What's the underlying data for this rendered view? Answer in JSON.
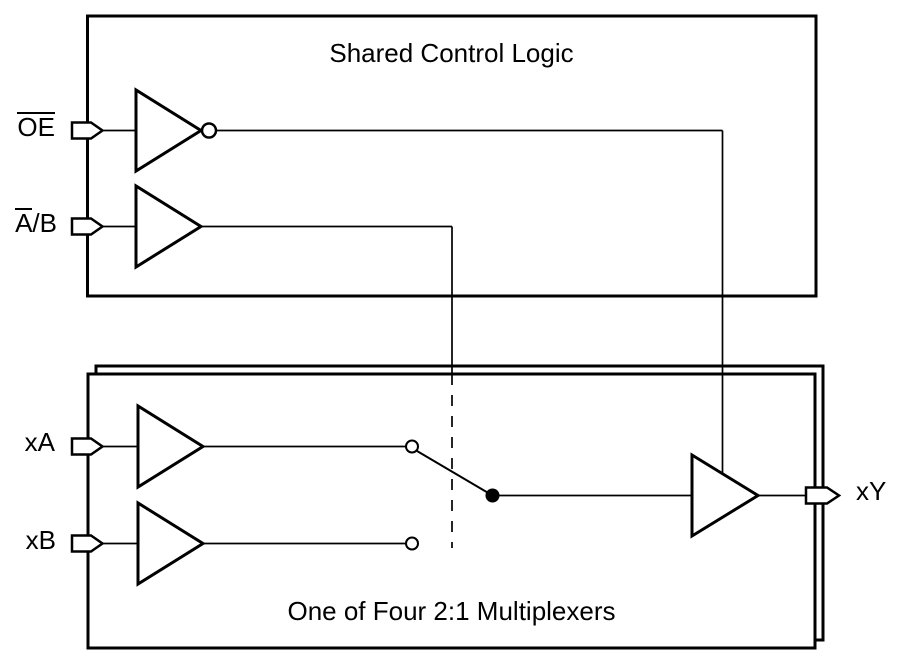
{
  "titles": {
    "control_logic": "Shared Control Logic",
    "multiplexer": "One of Four 2:1 Multiplexers"
  },
  "labels": {
    "oe": {
      "over": "OE",
      "rest": ""
    },
    "ab": {
      "over": "A",
      "rest": "/B"
    },
    "xa": "xA",
    "xb": "xB",
    "xy": "xY"
  },
  "colors": {
    "line": "#000000",
    "background": "#ffffff",
    "shape_fill": "#ffffff"
  },
  "icons": {
    "buffer-icon": "right-pointing triangle outline",
    "inverter-bubble-icon": "small open circle on buffer output",
    "io-pin-icon": "pentagon flag pointing right",
    "switch-contact-icon": "small open circle",
    "switch-common-icon": "filled dot",
    "select-line-icon": "vertical dashed line"
  }
}
